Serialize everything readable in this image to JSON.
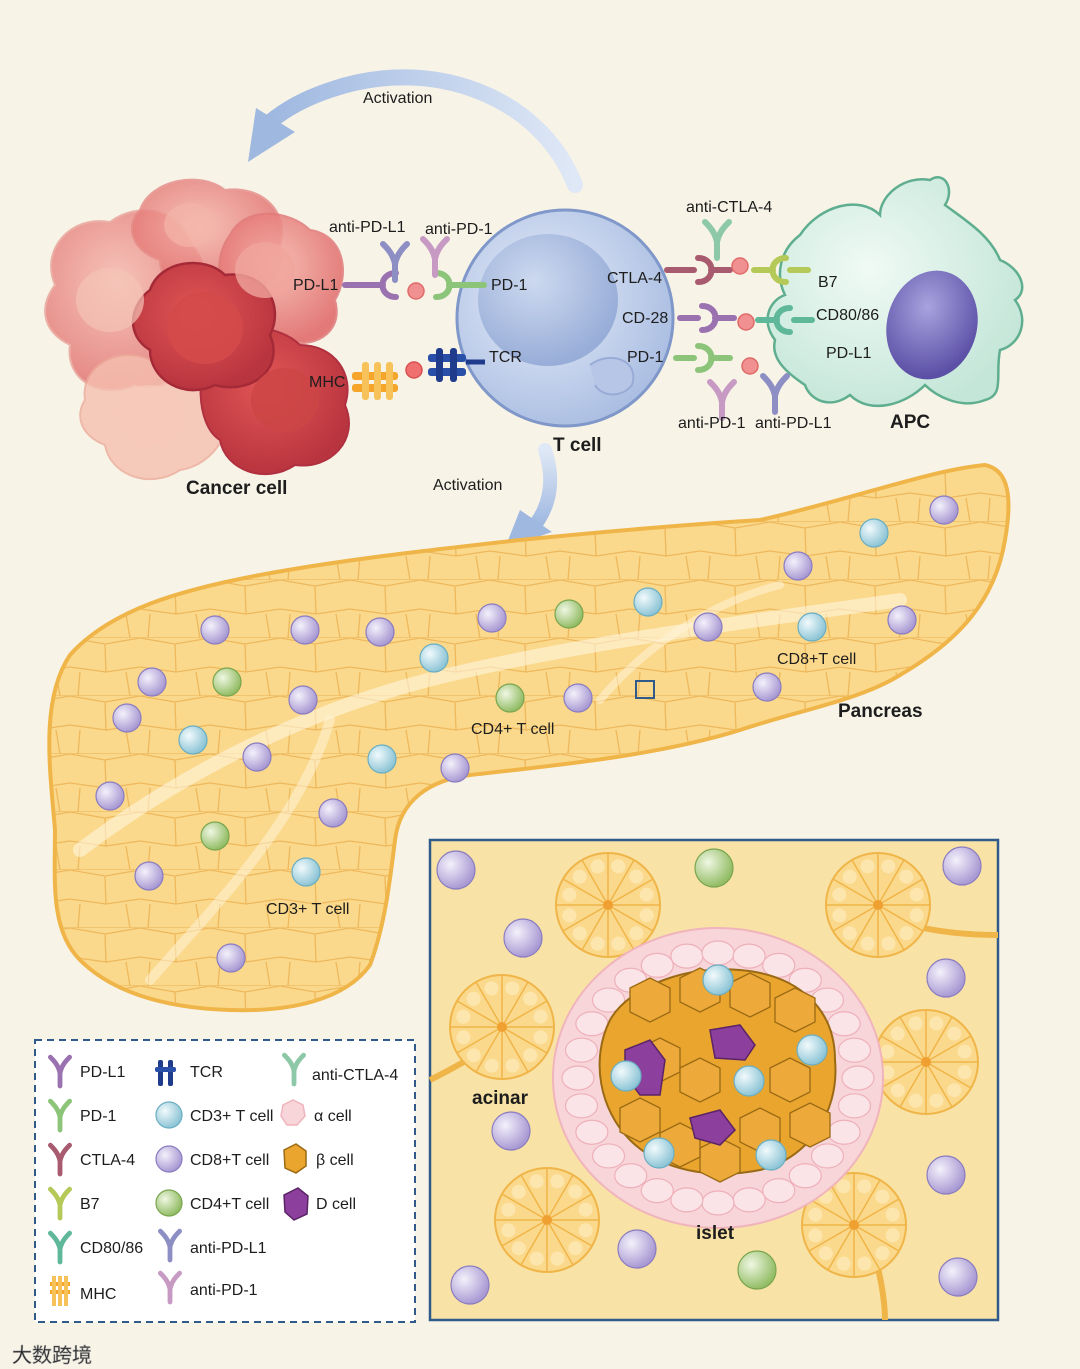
{
  "labels": {
    "activation_top": "Activation",
    "activation_mid": "Activation",
    "anti_pd_l1_top": "anti-PD-L1",
    "anti_pd_1_top": "anti-PD-1",
    "pd_l1_left": "PD-L1",
    "pd_1_tcell": "PD-1",
    "mhc": "MHC",
    "tcr": "TCR",
    "cancer_cell": "Cancer cell",
    "t_cell": "T cell",
    "anti_ctla_4": "anti-CTLA-4",
    "ctla_4": "CTLA-4",
    "cd_28": "CD-28",
    "pd_1_right": "PD-1",
    "b7": "B7",
    "cd80_86": "CD80/86",
    "pd_l1_apc": "PD-L1",
    "apc": "APC",
    "anti_pd_1_bottom": "anti-PD-1",
    "anti_pd_l1_bottom": "anti-PD-L1",
    "cd8_t_cell": "CD8+T cell",
    "pancreas": "Pancreas",
    "cd4_t_cell": "CD4+ T cell",
    "cd3_t_cell": "CD3+ T cell",
    "acinar": "acinar",
    "islet": "islet"
  },
  "legend": {
    "pd_l1": "PD-L1",
    "pd_1": "PD-1",
    "ctla_4": "CTLA-4",
    "b7": "B7",
    "cd80_86": "CD80/86",
    "mhc": "MHC",
    "tcr": "TCR",
    "cd3": "CD3+ T cell",
    "cd8": "CD8+T cell",
    "cd4": "CD4+T cell",
    "anti_pd_l1": "anti-PD-L1",
    "anti_pd_1": "anti-PD-1",
    "anti_ctla_4": "anti-CTLA-4",
    "alpha": "α cell",
    "beta": "β cell",
    "d_cell": "D cell"
  },
  "watermark": "大数跨境",
  "colors": {
    "pd_l1": "#9b72b0",
    "pd_1": "#8cc47a",
    "ctla_4": "#a85a6e",
    "b7": "#b4c957",
    "cd80_86": "#5fb89a",
    "anti_pd_l1": "#8d8fc4",
    "anti_pd_1": "#c79ac4",
    "anti_ctla_4": "#8dc9a8",
    "tcr": "#1f3c8c",
    "mhc": "#f4a52a",
    "cd3_cell": "#bfe0ea",
    "cd8_cell": "#c9bfe4",
    "cd4_cell": "#b6d48f",
    "alpha_cell": "#f6d2d6",
    "beta_cell": "#eaa52e",
    "d_cell": "#8c3f9c",
    "pancreas": "#fbd98c",
    "cancer": "#e05a5a",
    "apc": "#d6eee5",
    "t_cell_body": "#c5d3ec",
    "frame_blue": "#2f5a8a"
  }
}
